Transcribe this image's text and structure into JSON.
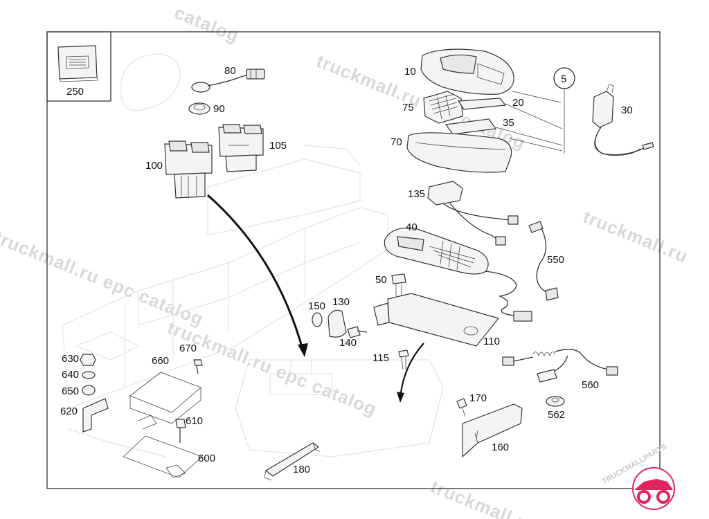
{
  "diagram": {
    "labels": {
      "p250": "250",
      "p80": "80",
      "p90": "90",
      "p10": "10",
      "p5": "5",
      "p30": "30",
      "p75": "75",
      "p20": "20",
      "p35": "35",
      "p70": "70",
      "p105": "105",
      "p100": "100",
      "p135": "135",
      "p40": "40",
      "p550": "550",
      "p50": "50",
      "p150": "150",
      "p130": "130",
      "p140": "140",
      "p110": "110",
      "p115": "115",
      "p630": "630",
      "p640": "640",
      "p650": "650",
      "p620": "620",
      "p660": "660",
      "p670": "670",
      "p610": "610",
      "p600": "600",
      "p180": "180",
      "p560": "560",
      "p170": "170",
      "p562": "562",
      "p160": "160"
    },
    "watermarks": [
      "truckmall.ru epc catalog",
      "truckmall.ru",
      "catalog"
    ],
    "logo_text": "TRUCKMALLPARTS",
    "colors": {
      "logo_accent": "#e0245e",
      "line": "#222222",
      "watermark": "#d9d9d9"
    }
  }
}
